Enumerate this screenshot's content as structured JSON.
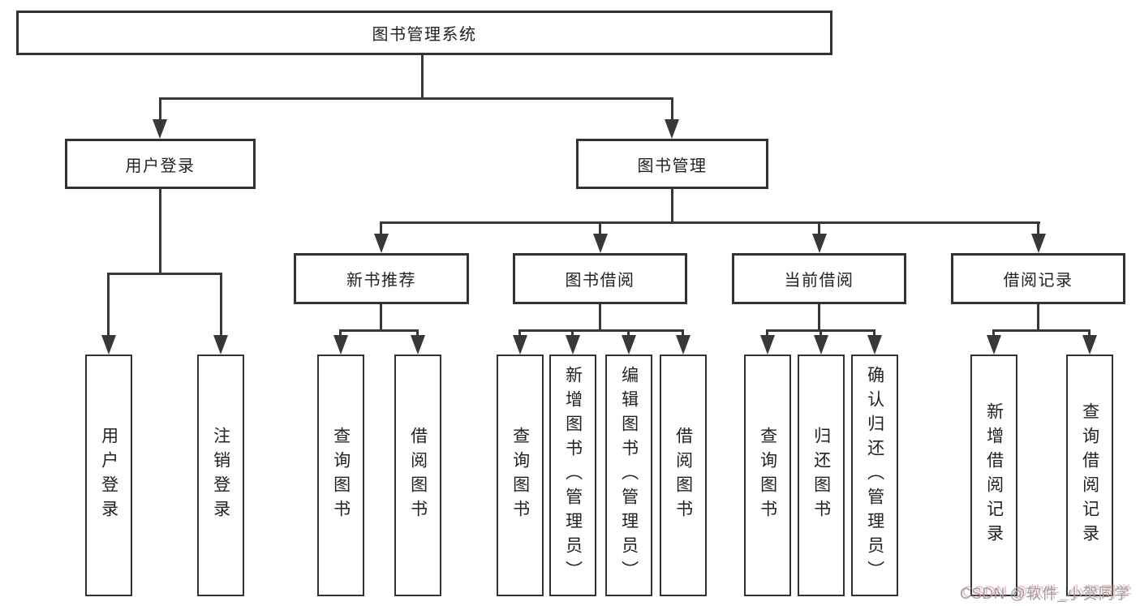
{
  "tree": {
    "root": {
      "label": "图书管理系统"
    },
    "level2": [
      {
        "label": "用户登录"
      },
      {
        "label": "图书管理"
      }
    ],
    "level3": [
      {
        "label": "新书推荐"
      },
      {
        "label": "图书借阅"
      },
      {
        "label": "当前借阅"
      },
      {
        "label": "借阅记录"
      }
    ],
    "leaves": {
      "user_login": [
        {
          "label": "用户登录"
        },
        {
          "label": "注销登录"
        }
      ],
      "new_books": [
        {
          "label": "查询图书"
        },
        {
          "label": "借阅图书"
        }
      ],
      "book_borrow": [
        {
          "label": "查询图书"
        },
        {
          "label": "新增图书（管理员）"
        },
        {
          "label": "编辑图书（管理员）"
        },
        {
          "label": "借阅图书"
        }
      ],
      "current_borrow": [
        {
          "label": "查询图书"
        },
        {
          "label": "归还图书"
        },
        {
          "label": "确认归还（管理员）"
        }
      ],
      "borrow_records": [
        {
          "label": "新增借阅记录"
        },
        {
          "label": "查询借阅记录"
        }
      ]
    }
  },
  "watermark": {
    "text": "CSDN @软件_小贺同学"
  },
  "colors": {
    "line": "#383838",
    "border": "#333333",
    "text": "#222222",
    "background": "#ffffff",
    "watermark_gray": "#9ca0a9",
    "watermark_red": "#eb5f5f"
  }
}
